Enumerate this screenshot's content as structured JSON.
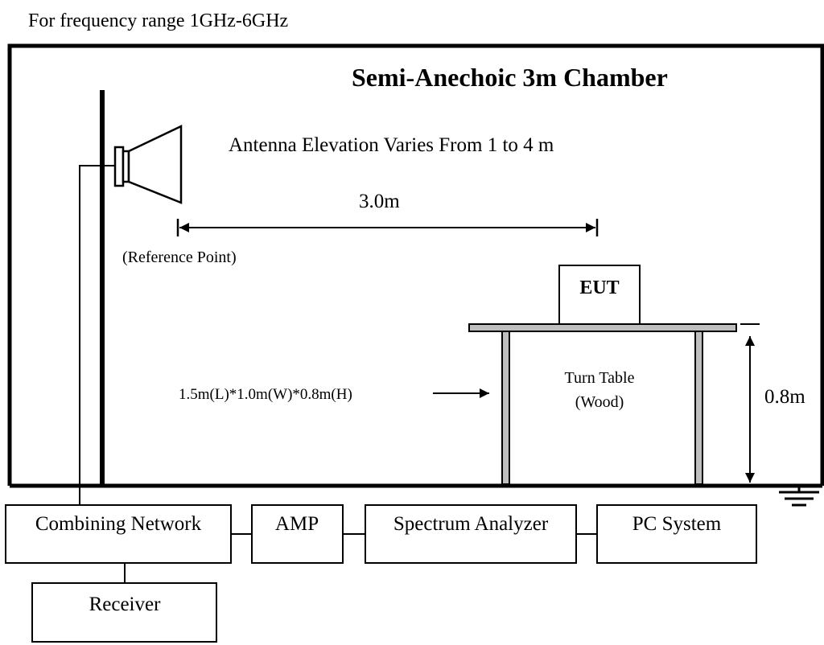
{
  "header": {
    "frequency_note": "For frequency range 1GHz-6GHz"
  },
  "chamber": {
    "title": "Semi-Anechoic 3m Chamber",
    "antenna_elevation": "Antenna Elevation Varies From 1 to 4 m",
    "distance_label": "3.0m",
    "reference_point": "(Reference Point)"
  },
  "eut": {
    "label": "EUT"
  },
  "table": {
    "dimension_label": "1.5m(L)*1.0m(W)*0.8m(H)",
    "name_line1": "Turn Table",
    "name_line2": "(Wood)",
    "height_label": "0.8m"
  },
  "equipment": {
    "combining_network": "Combining Network",
    "amp": "AMP",
    "spectrum_analyzer": "Spectrum Analyzer",
    "pc_system": "PC System",
    "receiver": "Receiver"
  },
  "colors": {
    "line": "#000000",
    "table_fill": "#bfbfbf",
    "background": "#ffffff"
  }
}
